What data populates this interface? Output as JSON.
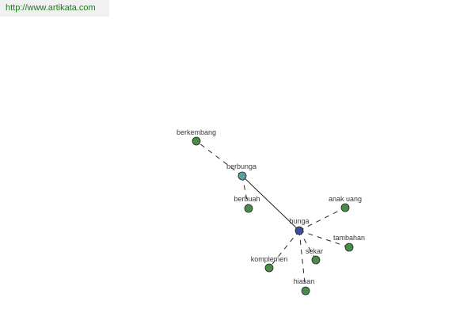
{
  "header": {
    "url": "http://www.artikata.com"
  },
  "graph": {
    "center_word": "bunga",
    "nodes": [
      {
        "id": "bunga",
        "label": "bunga",
        "type": "center",
        "color": "#3a4e9c"
      },
      {
        "id": "berbunga",
        "label": "berbunga",
        "type": "related",
        "color": "#5aa0a8"
      },
      {
        "id": "berkembang",
        "label": "berkembang",
        "type": "related",
        "color": "#4a8a4a"
      },
      {
        "id": "berbuah",
        "label": "berbuah",
        "type": "related",
        "color": "#4a8a4a"
      },
      {
        "id": "anak-uang",
        "label": "anak uang",
        "type": "related",
        "color": "#4a8a4a"
      },
      {
        "id": "tambahan",
        "label": "tambahan",
        "type": "related",
        "color": "#4a8a4a"
      },
      {
        "id": "sekar",
        "label": "sekar",
        "type": "related",
        "color": "#4a8a4a"
      },
      {
        "id": "komplemen",
        "label": "komplemen",
        "type": "related",
        "color": "#4a8a4a"
      },
      {
        "id": "hiasan",
        "label": "hiasan",
        "type": "related",
        "color": "#4a8a4a"
      }
    ],
    "edges": [
      {
        "from": "bunga",
        "to": "berbunga",
        "style": "solid"
      },
      {
        "from": "berbunga",
        "to": "berkembang",
        "style": "dashed"
      },
      {
        "from": "berbunga",
        "to": "berbuah",
        "style": "dashed"
      },
      {
        "from": "bunga",
        "to": "anak-uang",
        "style": "dashed"
      },
      {
        "from": "bunga",
        "to": "tambahan",
        "style": "dashed"
      },
      {
        "from": "bunga",
        "to": "sekar",
        "style": "dashed"
      },
      {
        "from": "bunga",
        "to": "komplemen",
        "style": "dashed"
      },
      {
        "from": "bunga",
        "to": "hiasan",
        "style": "dashed"
      }
    ]
  }
}
